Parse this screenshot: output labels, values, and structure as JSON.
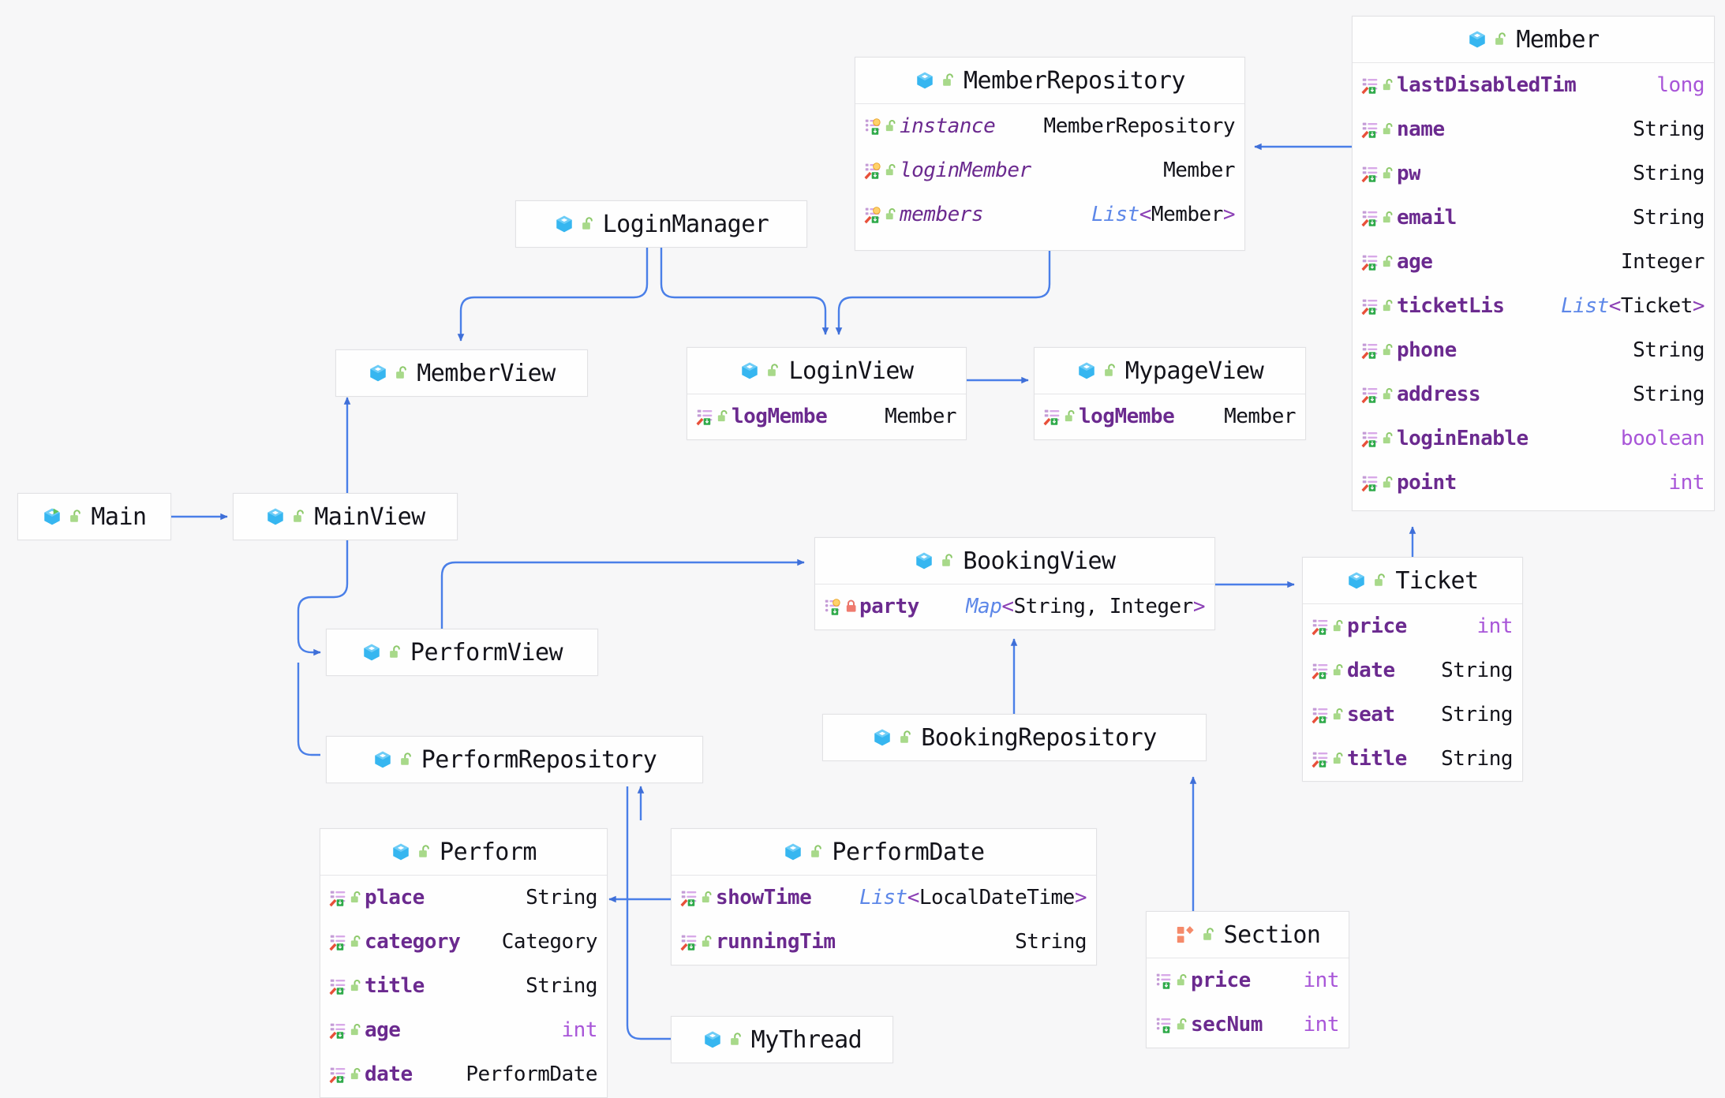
{
  "diagram": {
    "title": "UML Class Diagram",
    "background_color": "#f7f7f8",
    "edge_color": "#4a7fe8",
    "icons": {
      "class": "class-cube-icon",
      "enum": "enum-squares-icon",
      "main_class": "runnable-class-icon",
      "public": "unlock-green-icon",
      "private": "lock-red-icon",
      "field": "field-icon",
      "static_field": "static-field-icon"
    }
  },
  "nodes": [
    {
      "id": "member",
      "name": "Member",
      "kind": "class",
      "visibility": "public",
      "fields": [
        {
          "name": "lastDisabledTim",
          "type": "long",
          "type_kind": "primitive",
          "visibility": "public",
          "static": false
        },
        {
          "name": "name",
          "type": "String",
          "type_kind": "ref",
          "visibility": "public",
          "static": false
        },
        {
          "name": "pw",
          "type": "String",
          "type_kind": "ref",
          "visibility": "public",
          "static": false
        },
        {
          "name": "email",
          "type": "String",
          "type_kind": "ref",
          "visibility": "public",
          "static": false
        },
        {
          "name": "age",
          "type": "Integer",
          "type_kind": "ref",
          "visibility": "public",
          "static": false
        },
        {
          "name": "ticketLis",
          "type": "List<Ticket>",
          "type_kind": "generic",
          "visibility": "public",
          "static": false
        },
        {
          "name": "phone",
          "type": "String",
          "type_kind": "ref",
          "visibility": "public",
          "static": false
        },
        {
          "name": "address",
          "type": "String",
          "type_kind": "ref",
          "visibility": "public",
          "static": false
        },
        {
          "name": "loginEnable",
          "type": "boolean",
          "type_kind": "primitive",
          "visibility": "public",
          "static": false
        },
        {
          "name": "point",
          "type": "int",
          "type_kind": "primitive",
          "visibility": "public",
          "static": false
        }
      ]
    },
    {
      "id": "memberRepository",
      "name": "MemberRepository",
      "kind": "class",
      "visibility": "public",
      "fields": [
        {
          "name": "instance",
          "type": "MemberRepository",
          "type_kind": "ref",
          "visibility": "public",
          "static": true
        },
        {
          "name": "loginMember",
          "type": "Member",
          "type_kind": "ref",
          "visibility": "public",
          "static": true
        },
        {
          "name": "members",
          "type": "List<Member>",
          "type_kind": "generic",
          "visibility": "public",
          "static": true
        }
      ]
    },
    {
      "id": "loginManager",
      "name": "LoginManager",
      "kind": "class",
      "visibility": "public",
      "fields": []
    },
    {
      "id": "memberView",
      "name": "MemberView",
      "kind": "class",
      "visibility": "public",
      "fields": []
    },
    {
      "id": "loginView",
      "name": "LoginView",
      "kind": "class",
      "visibility": "public",
      "fields": [
        {
          "name": "logMembe",
          "type": "Member",
          "type_kind": "ref",
          "visibility": "public",
          "static": false
        }
      ]
    },
    {
      "id": "mypageView",
      "name": "MypageView",
      "kind": "class",
      "visibility": "public",
      "fields": [
        {
          "name": "logMembe",
          "type": "Member",
          "type_kind": "ref",
          "visibility": "public",
          "static": false
        }
      ]
    },
    {
      "id": "main",
      "name": "Main",
      "kind": "main",
      "visibility": "public",
      "fields": []
    },
    {
      "id": "mainView",
      "name": "MainView",
      "kind": "class",
      "visibility": "public",
      "fields": []
    },
    {
      "id": "bookingView",
      "name": "BookingView",
      "kind": "class",
      "visibility": "public",
      "fields": [
        {
          "name": "party",
          "type": "Map<String, Integer>",
          "type_kind": "generic",
          "visibility": "private",
          "static": true
        }
      ]
    },
    {
      "id": "ticket",
      "name": "Ticket",
      "kind": "class",
      "visibility": "public",
      "fields": [
        {
          "name": "price",
          "type": "int",
          "type_kind": "primitive",
          "visibility": "public",
          "static": false
        },
        {
          "name": "date",
          "type": "String",
          "type_kind": "ref",
          "visibility": "public",
          "static": false
        },
        {
          "name": "seat",
          "type": "String",
          "type_kind": "ref",
          "visibility": "public",
          "static": false
        },
        {
          "name": "title",
          "type": "String",
          "type_kind": "ref",
          "visibility": "public",
          "static": false
        }
      ]
    },
    {
      "id": "performView",
      "name": "PerformView",
      "kind": "class",
      "visibility": "public",
      "fields": []
    },
    {
      "id": "performRepository",
      "name": "PerformRepository",
      "kind": "class",
      "visibility": "public",
      "fields": []
    },
    {
      "id": "bookingRepository",
      "name": "BookingRepository",
      "kind": "class",
      "visibility": "public",
      "fields": []
    },
    {
      "id": "perform",
      "name": "Perform",
      "kind": "class",
      "visibility": "public",
      "fields": [
        {
          "name": "place",
          "type": "String",
          "type_kind": "ref",
          "visibility": "public",
          "static": false
        },
        {
          "name": "category",
          "type": "Category",
          "type_kind": "ref",
          "visibility": "public",
          "static": false
        },
        {
          "name": "title",
          "type": "String",
          "type_kind": "ref",
          "visibility": "public",
          "static": false
        },
        {
          "name": "age",
          "type": "int",
          "type_kind": "primitive",
          "visibility": "public",
          "static": false
        },
        {
          "name": "date",
          "type": "PerformDate",
          "type_kind": "ref",
          "visibility": "public",
          "static": false
        }
      ]
    },
    {
      "id": "performDate",
      "name": "PerformDate",
      "kind": "class",
      "visibility": "public",
      "fields": [
        {
          "name": "showTime",
          "type": "List<LocalDateTime>",
          "type_kind": "generic",
          "visibility": "public",
          "static": false
        },
        {
          "name": "runningTim",
          "type": "String",
          "type_kind": "ref",
          "visibility": "public",
          "static": false
        }
      ]
    },
    {
      "id": "myThread",
      "name": "MyThread",
      "kind": "class",
      "visibility": "public",
      "fields": []
    },
    {
      "id": "section",
      "name": "Section",
      "kind": "enum",
      "visibility": "public",
      "fields": [
        {
          "name": "price",
          "type": "int",
          "type_kind": "primitive",
          "visibility": "public",
          "static": false,
          "enum_field": true
        },
        {
          "name": "secNum",
          "type": "int",
          "type_kind": "primitive",
          "visibility": "public",
          "static": false,
          "enum_field": true
        }
      ]
    }
  ],
  "edges": [
    {
      "from": "member",
      "to": "memberRepository",
      "label": ""
    },
    {
      "from": "loginManager",
      "to": "loginView",
      "label": ""
    },
    {
      "from": "memberRepository",
      "to": "loginView",
      "label": ""
    },
    {
      "from": "loginManager",
      "to": "memberView",
      "label": ""
    },
    {
      "from": "loginView",
      "to": "mypageView",
      "label": ""
    },
    {
      "from": "main",
      "to": "mainView",
      "label": ""
    },
    {
      "from": "mainView",
      "to": "memberView",
      "label": ""
    },
    {
      "from": "mainView",
      "to": "performView",
      "label": ""
    },
    {
      "from": "mainView",
      "to": "performRepository",
      "label": ""
    },
    {
      "from": "performView",
      "to": "bookingView",
      "label": ""
    },
    {
      "from": "bookingView",
      "to": "ticket",
      "label": ""
    },
    {
      "from": "ticket",
      "to": "member",
      "label": ""
    },
    {
      "from": "bookingRepository",
      "to": "bookingView",
      "label": ""
    },
    {
      "from": "section",
      "to": "bookingRepository",
      "label": ""
    },
    {
      "from": "perform",
      "to": "performRepository",
      "label": ""
    },
    {
      "from": "performDate",
      "to": "perform",
      "label": ""
    },
    {
      "from": "myThread",
      "to": "performRepository",
      "label": ""
    }
  ]
}
